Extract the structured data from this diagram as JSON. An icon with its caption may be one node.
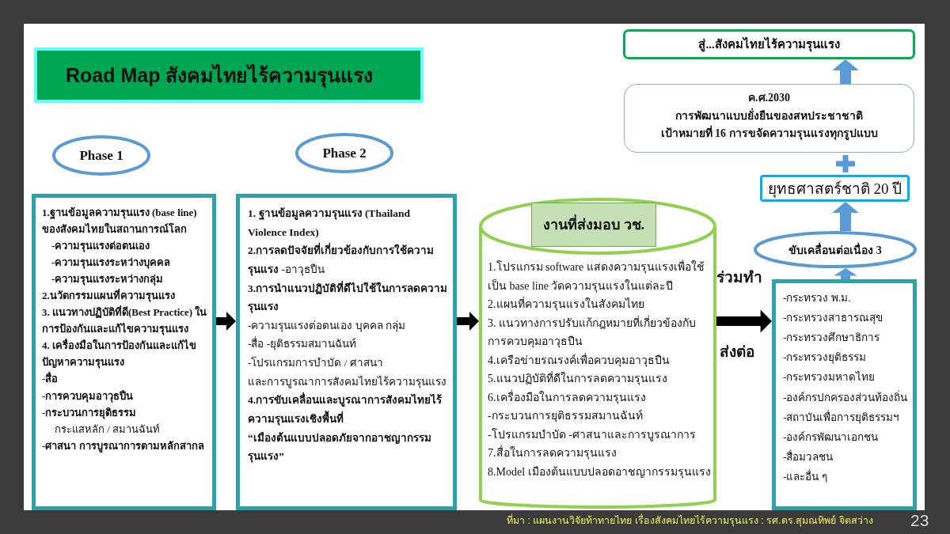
{
  "diagram": {
    "title": "Road Map สังคมไทยไร้ความรุนแรง",
    "nodes": [
      {
        "text": [
          "Phase 1"
        ]
      },
      {
        "text": [
          "Phase 2"
        ]
      },
      {
        "text": [
          "1.ฐานข้อมูลความรุนแรง (base line) ของสังคมไทยในสถานการณ์โลก",
          "-ความรุนแรงต่อตนเอง",
          "-ความรุนแรงระหว่างบุคคล",
          "-ความรุนแรงระหว่างกลุ่ม",
          "2.นวัตกรรมแผนที่ความรุนแรง",
          "3. แนวทางปฏิบัติที่ดี(Best Practice) ในการป้องกันและแก้ไขความรุนแรง",
          "4. เครื่องมือในการป้องกันและแก้ไขปัญหาความรุนแรง",
          "-สื่อ",
          "-การควบคุมอาวุธปืน",
          "-กระบวนการยุติธรรม",
          "กระแสหลัก / สมานฉันท์",
          "-ศาสนา การบูรณาการตามหลักสากล"
        ]
      },
      {
        "text": [
          "1. ฐานข้อมูลความรุนแรง (Thailand Violence Index)",
          "**2.การลดปัจจัยที่เกี่ยวข้องกับการใช้ความรุนแรง** -อาวุธปืน",
          "3.การนำแนวปฏิบัติที่ดีไปใช้ในการลดความรุนแรง",
          "-ความรุนแรงต่อตนเอง บุคคล กลุ่ม",
          "-สื่อ -ยุติธรรมสมานฉันท์",
          "-โปรแกรมการบำบัด / ศาสนา",
          "และการบูรณาการสังคมไทยไร้ความรุนแรง",
          "4.การขับเคลื่อนและบูรณาการสังคมไทยไร้ความรุนแรงเชิงพื้นที่",
          "“เมืองต้นแบบปลอดภัยจากอาชญากรรมรุนแรง”"
        ]
      },
      {
        "text": [
          "1.โปรแกรม software แสดงความรุนแรงเพื่อใช้เป็น base line วัดความรุนแรงในแต่ละปี",
          "2.แผนที่ความรุนแรงในสังคมไทย",
          "3. แนวทางการปรับแก้กฎหมายที่เกี่ยวข้องกับการควบคุมอาวุธปืน",
          "4.เครือข่ายรณรงค์เพื่อควบคุมอาวุธปืน",
          "5.แนวปฏิบัติที่ดีในการลดความรุนแรง",
          "6.เครื่องมือในการลดความรุนแรง",
          "-กระบวนการยุติธรรมสมานฉันท์",
          "-โปรแกรมบำบัด -ศาสนาและการบูรณาการ",
          "7.สื่อในการลดความรุนแรง",
          "8.Model เมืองต้นแบบปลอดอาชญากรรมรุนแรง"
        ]
      },
      {
        "text": [
          "งานที่ส่งมอบ วช."
        ],
        "in": 4
      },
      {
        "text": [
          "-กระทรวง พ.ม.",
          "-กระทรวงสาธารณสุข",
          "-กระทรวงศึกษาธิการ",
          "-กระทรวงยุติธรรม",
          "-กระทรวงมหาดไทย",
          "-องค์กรปกครองส่วนท้องถิ่น",
          "-สถาบันเพื่อการยุติธรรมฯ",
          "-องค์กรพัฒนาเอกชน",
          "-สื่อมวลชน",
          "-และอื่น ๆ"
        ]
      },
      {
        "text": [
          "ขับเคลื่อนต่อเนื่อง 3"
        ]
      },
      {
        "text": [
          "ยุทธศาสตร์ชาติ 20 ปี"
        ]
      },
      {
        "text": [
          "ค.ศ.2030",
          "การพัฒนาแบบยั่งยืนของสหประชาชาติ",
          "เป้าหมายที่ 16 การขจัดความรุนแรงทุกรูปแบบ"
        ]
      },
      {
        "text": [
          "สู่...สังคมไทยไร้ความรุนแรง"
        ]
      }
    ],
    "edges": [
      {
        "from": 2,
        "to": 3,
        "arrow": "to"
      },
      {
        "from": 3,
        "to": 4,
        "arrow": "to"
      },
      {
        "from": 4,
        "to": 6,
        "arrow": "to"
      },
      {
        "from": 6,
        "to": 7,
        "arrow": "to",
        "color": "#5b9bd5"
      },
      {
        "from": 7,
        "to": 8,
        "arrow": "to",
        "color": "#5b9bd5"
      },
      {
        "from": 9,
        "to": 10,
        "arrow": "to",
        "color": "#5b9bd5"
      }
    ],
    "labels": [
      "ร่วมทำ",
      "ส่งต่อ",
      "ที่มา : แผนงานวิจัยท้าทายไทย เรื่องสังคมไทยไร้ความรุนแรง : รศ.ดร.สุมณทิพย์ จิตสว่าง",
      "23"
    ]
  }
}
